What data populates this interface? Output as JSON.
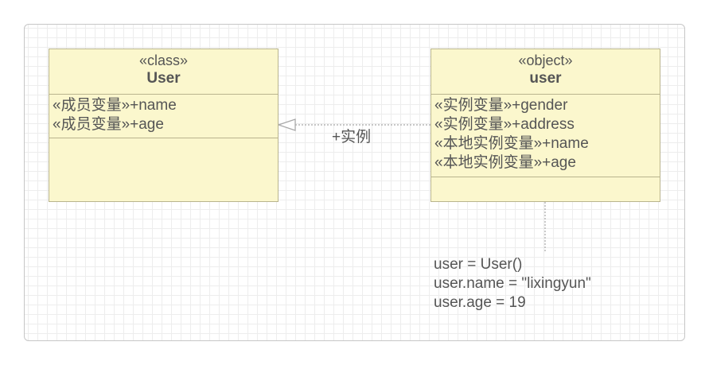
{
  "diagram": {
    "class_box": {
      "stereotype": "«class»",
      "name": "User",
      "attributes": [
        "«成员变量»+name",
        "«成员变量»+age"
      ]
    },
    "object_box": {
      "stereotype": "«object»",
      "name": "user",
      "attributes": [
        "«实例变量»+gender",
        "«实例变量»+address",
        "«本地实例变量»+name",
        "«本地实例变量»+age"
      ]
    },
    "relation": {
      "label": "+实例",
      "style": "dotted",
      "arrowhead": "hollow-triangle"
    },
    "note": {
      "lines": [
        "user = User()",
        "user.name = \"lixingyun\"",
        "user.age = 19"
      ]
    },
    "colors": {
      "box_fill": "#fbf7cd",
      "box_border": "#b9b48e",
      "text": "#555555",
      "connector": "#a8a8a8",
      "grid": "#ededed"
    }
  }
}
